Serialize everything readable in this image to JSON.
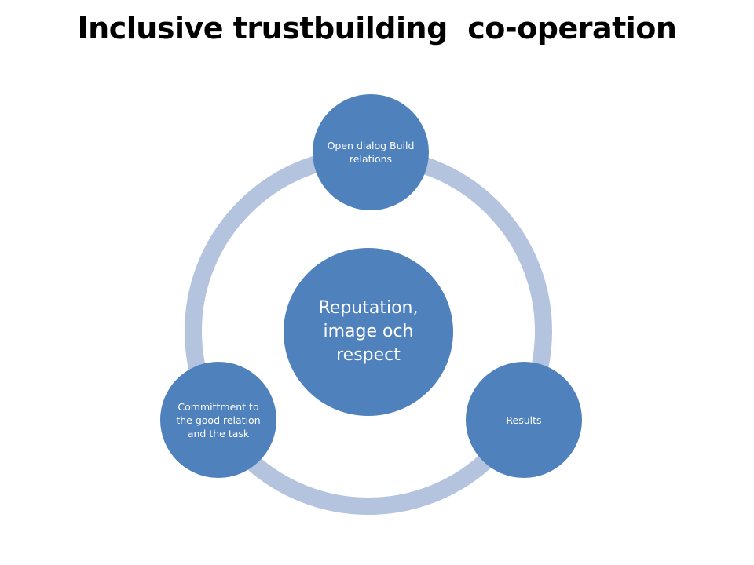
{
  "title": "Inclusive trustbuilding  co-operation",
  "colors": {
    "node_fill": "#4F81BD",
    "ring": "#B4C4DF",
    "node_text": "#FFFFFF",
    "title_text": "#000000"
  },
  "diagram": {
    "center": "Reputation, image och respect",
    "nodes": [
      {
        "id": "top",
        "label": "Open dialog Build relations"
      },
      {
        "id": "right",
        "label": "Results"
      },
      {
        "id": "left",
        "label": "Committment to the good relation and the task"
      }
    ]
  }
}
